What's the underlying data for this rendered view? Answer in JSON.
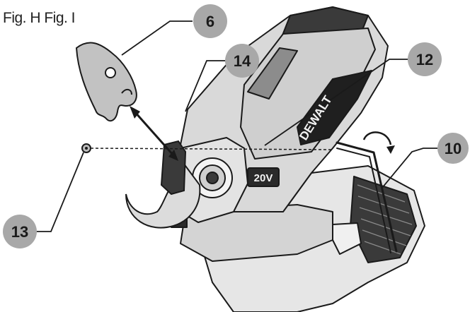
{
  "caption": "Fig. H Fig. I",
  "brand": "DEWALT",
  "voltage": "20V",
  "callouts": [
    {
      "label": "6"
    },
    {
      "label": "14"
    },
    {
      "label": "12"
    },
    {
      "label": "10"
    },
    {
      "label": "13"
    }
  ],
  "colors": {
    "line": "#1a1a1a",
    "callout_fill": "#a8a8a8",
    "tool_shade": "#cfcfcf",
    "tool_light": "#e6e6e6",
    "tool_dark": "#2a2a2a"
  }
}
